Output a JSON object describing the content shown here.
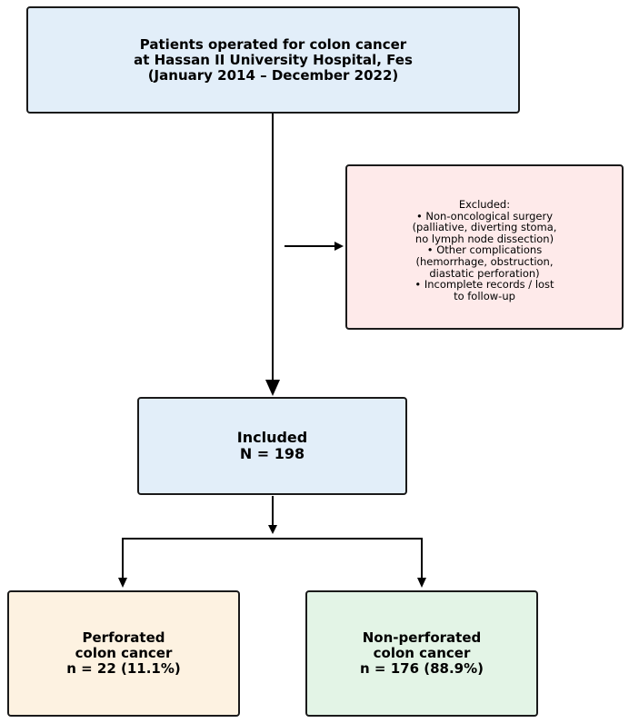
{
  "top_box": {
    "lines": [
      "Patients operated for colon cancer",
      "at Hassan II University Hospital, Fes",
      "(January 2014 – December 2022)"
    ]
  },
  "excluded_box": {
    "lines": [
      "Excluded:",
      "• Non-oncological surgery",
      "(palliative, diverting stoma,",
      "no lymph node dissection)",
      "• Other complications",
      "(hemorrhage, obstruction,",
      "diastatic perforation)",
      "• Incomplete records / lost",
      "to follow-up"
    ]
  },
  "included_box": {
    "lines": [
      "Included",
      "N = 198"
    ]
  },
  "perforated_box": {
    "lines": [
      "Perforated",
      "colon cancer",
      "n = 22 (11.1%)"
    ]
  },
  "non_perforated_box": {
    "lines": [
      "Non-perforated",
      "colon cancer",
      "n = 176 (88.9%)"
    ]
  },
  "colors": {
    "top_fill": "#e2eef9",
    "excluded_fill": "#feeaea",
    "included_fill": "#e2eef9",
    "perforated_fill": "#fdf2e1",
    "non_perforated_fill": "#e3f4e6",
    "stroke": "#1a1a1a"
  }
}
